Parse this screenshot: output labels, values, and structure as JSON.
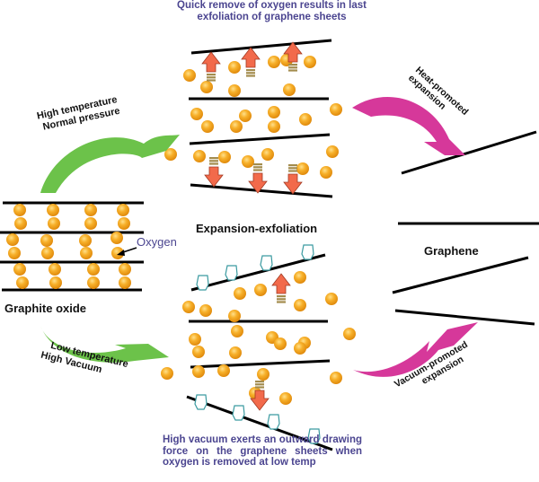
{
  "title_top": "Quick remove of oxygen results in last exfoliation of graphene sheets",
  "caption_bottom": "High vacuum exerts an outward drawing force on the graphene sheets when oxygen is removed at low temp",
  "labels": {
    "graphite_oxide": "Graphite oxide",
    "oxygen": "Oxygen",
    "expansion_exfoliation": "Expansion-exfoliation",
    "graphene": "Graphene",
    "high_temp_line1": "High temperature",
    "high_temp_line2": "Normal pressure",
    "low_temp_line1": "Low temperature",
    "low_temp_line2": "High Vacuum",
    "heat_line1": "Heat-promoted",
    "heat_line2": "expansion",
    "vacuum_line1": "Vacuum-promoted",
    "vacuum_line2": "expansion"
  },
  "colors": {
    "oxygen_ball": "#f4a21c",
    "green_arrow": "#6cc24a",
    "magenta_arrow": "#d6389a",
    "force_arrow": "#f26a4b",
    "caption_text": "#4b4590",
    "hand_outline": "#3a9aa0"
  }
}
